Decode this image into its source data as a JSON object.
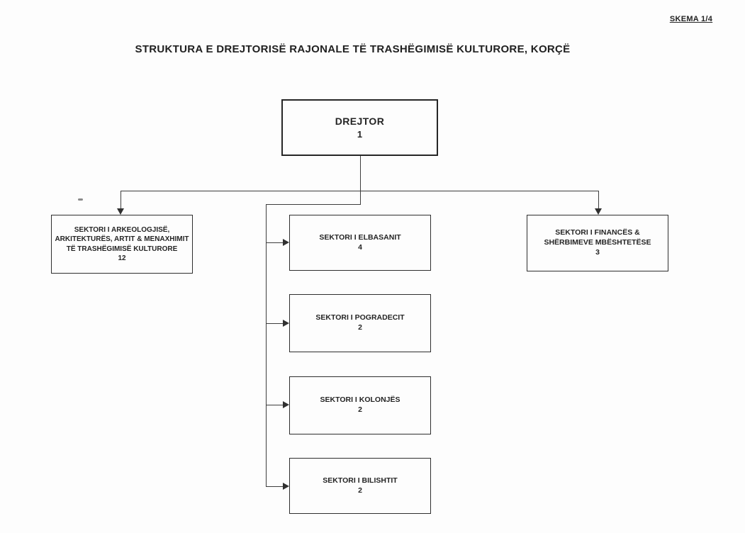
{
  "page": {
    "header_ref": "SKEMA 1/4",
    "title": "STRUKTURA E DREJTORISË RAJONALE TË TRASHËGIMISË KULTURORE, KORÇË"
  },
  "org_chart": {
    "root": {
      "label": "DREJTOR",
      "count": "1"
    },
    "left_branch": {
      "label": "SEKTORI I ARKEOLOGJISË, ARKITEKTURËS, ARTIT & MENAXHIMIT TË TRASHËGIMISË KULTURORE",
      "count": "12"
    },
    "right_branch": {
      "label": "SEKTORI I FINANCËS & SHËRBIMEVE MBËSHTETËSE",
      "count": "3"
    },
    "middle_branches": [
      {
        "label": "SEKTORI I ELBASANIT",
        "count": "4"
      },
      {
        "label": "SEKTORI I POGRADECIT",
        "count": "2"
      },
      {
        "label": "SEKTORI I KOLONJËS",
        "count": "2"
      },
      {
        "label": "SEKTORI I BILISHTIT",
        "count": "2"
      }
    ]
  },
  "colors": {
    "background": "#fdfdfd",
    "line": "#3d3d3d",
    "text": "#1e1e1e"
  }
}
